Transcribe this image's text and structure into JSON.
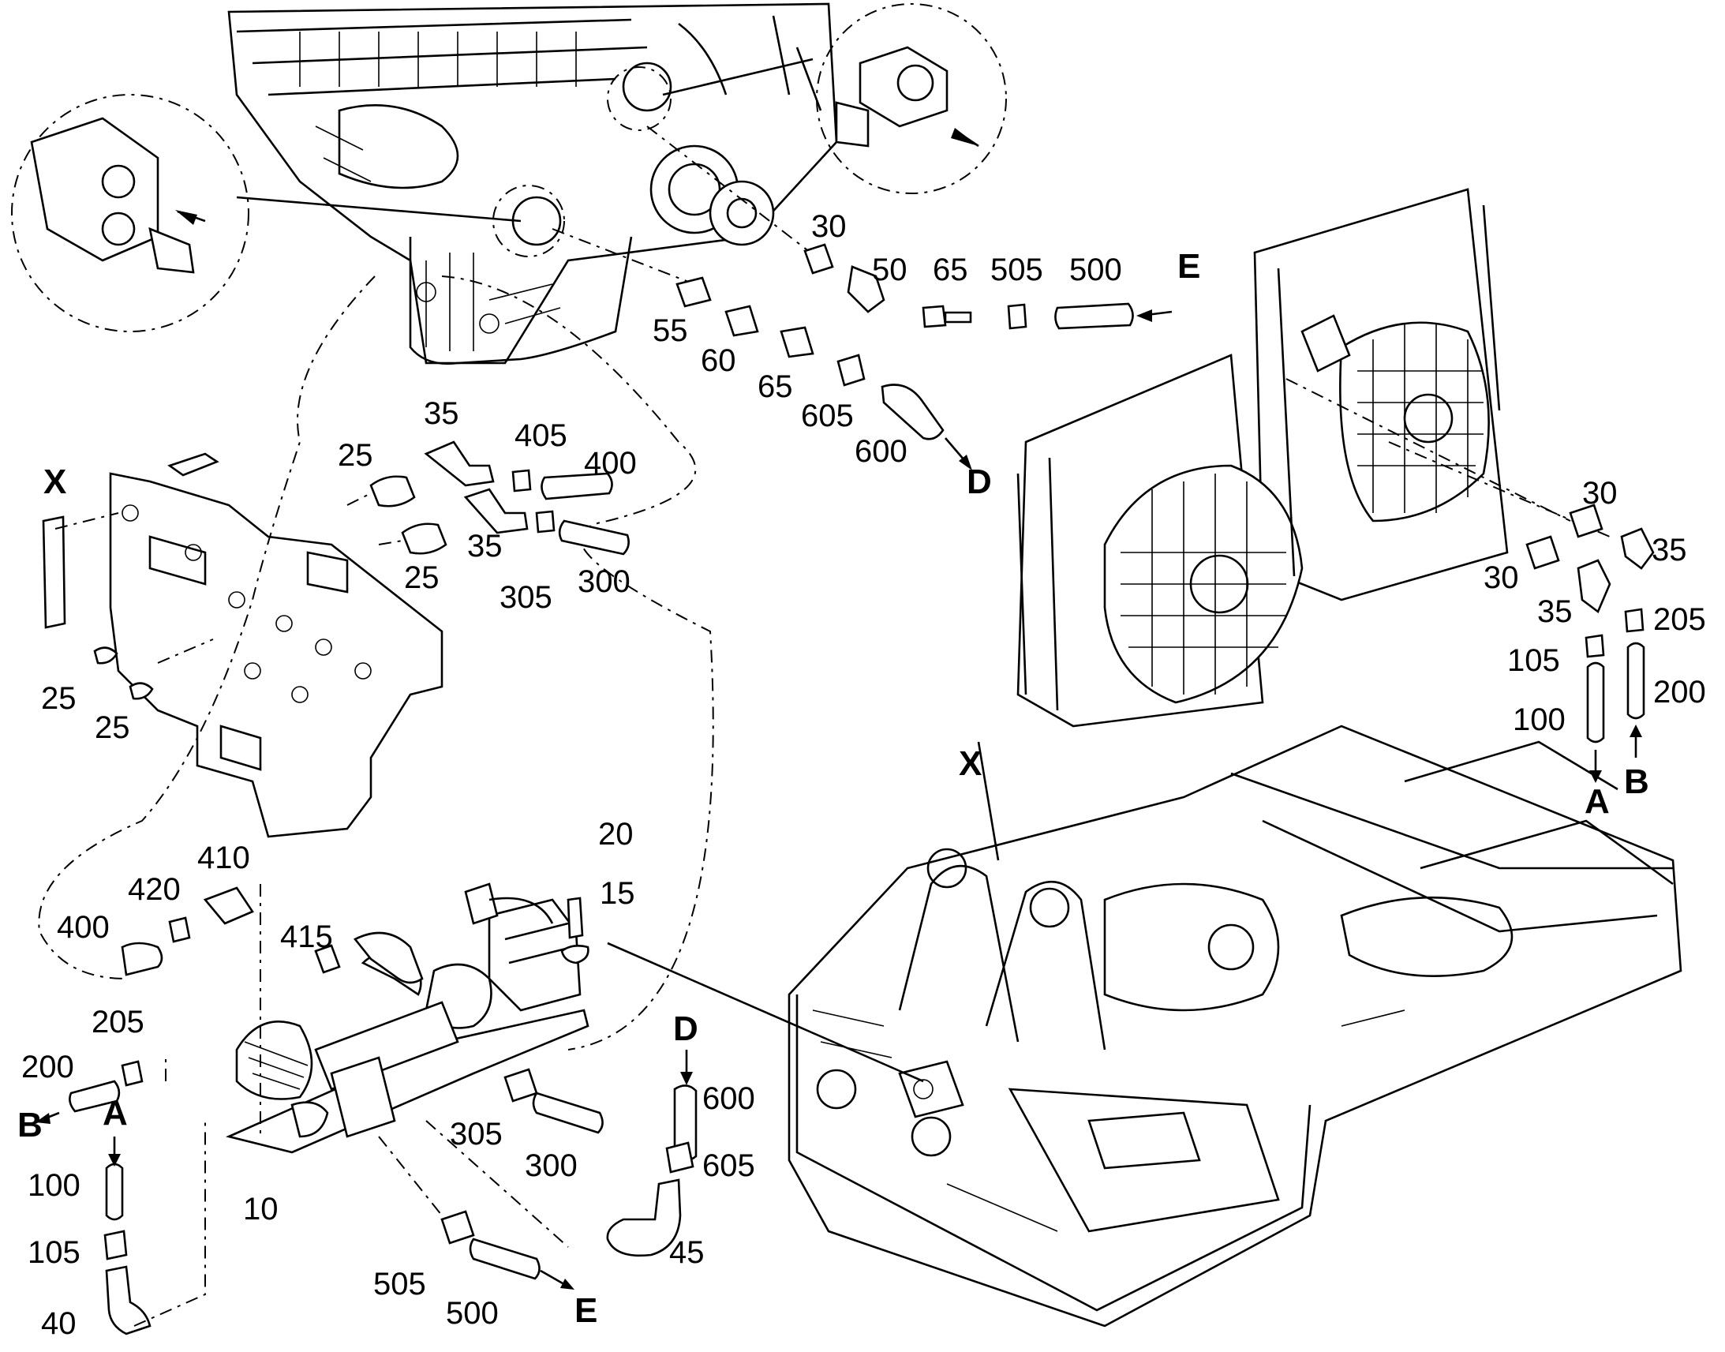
{
  "callouts": {
    "label_x_left": "X",
    "label_x_right": "X",
    "l10": "10",
    "l15": "15",
    "l20": "20",
    "l25a": "25",
    "l25b": "25",
    "l25c": "25",
    "l25d": "25",
    "l30a": "30",
    "l30b": "30",
    "l30c": "30",
    "l35a": "35",
    "l35b": "35",
    "l35c": "35",
    "l35d": "35",
    "l40": "40",
    "l45": "45",
    "l50": "50",
    "l55": "55",
    "l60": "60",
    "l65a": "65",
    "l65b": "65",
    "l100a": "100",
    "l100b": "100",
    "l105a": "105",
    "l105b": "105",
    "l200a": "200",
    "l200b": "200",
    "l205a": "205",
    "l205b": "205",
    "l300a": "300",
    "l300b": "300",
    "l305a": "305",
    "l305b": "305",
    "l400a": "400",
    "l400b": "400",
    "l405": "405",
    "l410": "410",
    "l415": "415",
    "l420": "420",
    "l500a": "500",
    "l500b": "500",
    "l505a": "505",
    "l505b": "505",
    "l600a": "600",
    "l600b": "600",
    "l605a": "605",
    "l605b": "605"
  },
  "flow_markers": {
    "a_top": "A",
    "a_bottom": "A",
    "b_top": "B",
    "b_bottom": "B",
    "d_top": "D",
    "d_bottom": "D",
    "e_top": "E",
    "e_bottom": "E"
  }
}
